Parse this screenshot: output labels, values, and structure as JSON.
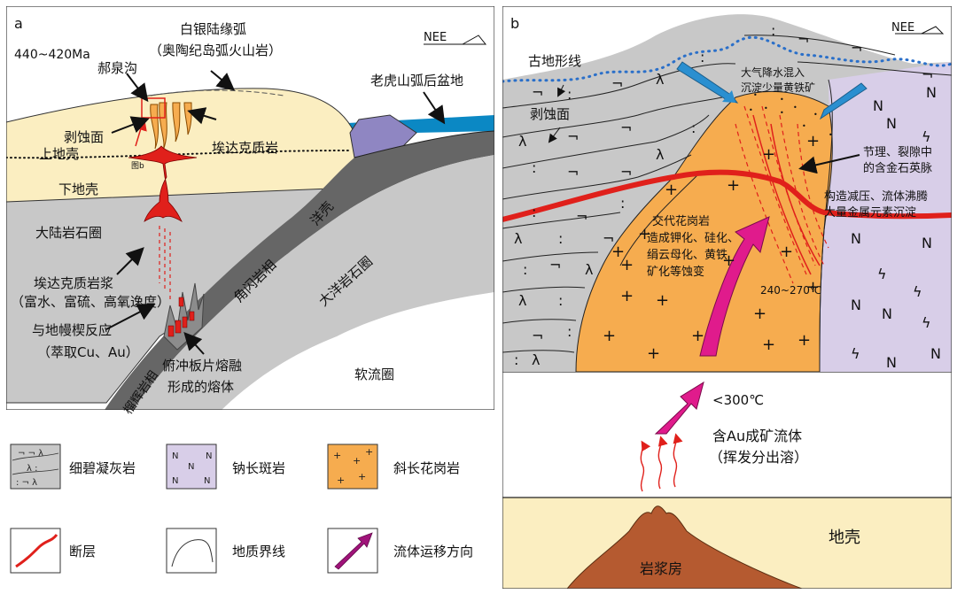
{
  "panel_a": {
    "letter": "a",
    "age": "440~420Ma",
    "orientation": "NEE",
    "arc_title": "白银陆缘弧",
    "arc_subtitle": "（奥陶纪岛弧火山岩）",
    "hequangou": "郝泉沟",
    "backarc": "老虎山弧后盆地",
    "erosion_surface": "剥蚀面",
    "adakite": "埃达克质岩",
    "upper_crust": "上地壳",
    "fig_ref": "图b",
    "lower_crust": "下地壳",
    "oceanic_crust": "洋壳",
    "continental_litho": "大陆岩石圈",
    "amphibolite": "角闪岩相",
    "oceanic_litho": "大洋岩石圈",
    "adakite_magma_1": "埃达克质岩浆",
    "adakite_magma_2": "（富水、富硫、高氧逸度）",
    "mantle_react_1": "与地幔楔反应",
    "mantle_react_2": "（萃取Cu、Au）",
    "eclogite": "榴辉岩相",
    "slab_melt_1": "俯冲板片熔融",
    "slab_melt_2": "形成的熔体",
    "asthenosphere": "软流圈"
  },
  "panel_b": {
    "letter": "b",
    "orientation": "NEE",
    "paleo_line": "古地形线",
    "meteoric_1": "大气降水混入",
    "meteoric_2": "沉淀少量黄铁矿",
    "erosion_surface": "剥蚀面",
    "joints_1": "节理、裂隙中",
    "joints_2": "的含金石英脉",
    "decompress_1": "构造减压、流体沸腾",
    "decompress_2": "大量金属元素沉淀",
    "granite_1": "交代花岗岩",
    "granite_2": "造成钾化、硅化、",
    "granite_3": "绢云母化、黄铁",
    "granite_4": "矿化等蚀变",
    "temp_1": "240~270℃",
    "temp_2": "<300℃",
    "fluid_1": "含Au成矿流体",
    "fluid_2": "（挥发分出溶）",
    "crust": "地壳",
    "magma_chamber": "岩浆房"
  },
  "legend": [
    {
      "key": "tuff",
      "label": "细碧凝灰岩"
    },
    {
      "key": "albitophyre",
      "label": "钠长斑岩"
    },
    {
      "key": "plagiogranite",
      "label": "斜长花岗岩"
    },
    {
      "key": "fault",
      "label": "断层"
    },
    {
      "key": "boundary",
      "label": "地质界线"
    },
    {
      "key": "fluid",
      "label": "流体运移方向"
    }
  ],
  "colors": {
    "crust_yellow": "#fbeec1",
    "grey": "#c8c8c8",
    "dark_slab": "#666666",
    "ocean": "#0b88c4",
    "purple": "#8f86c2",
    "orange": "#f6ac4f",
    "lavender": "#d8cee8",
    "red": "#e0201b",
    "magenta": "#e01b8c",
    "magma": "#b55a30",
    "crust_b": "#fbeec1",
    "blue_arrow": "#2a8fd0"
  }
}
